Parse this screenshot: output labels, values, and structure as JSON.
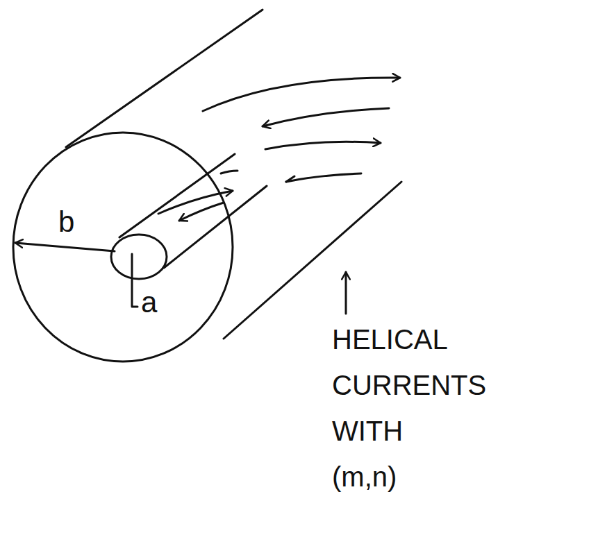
{
  "diagram": {
    "labels": [
      "b",
      "a",
      "HELICAL CURRENTS WITH (m,n)"
    ]
  }
}
